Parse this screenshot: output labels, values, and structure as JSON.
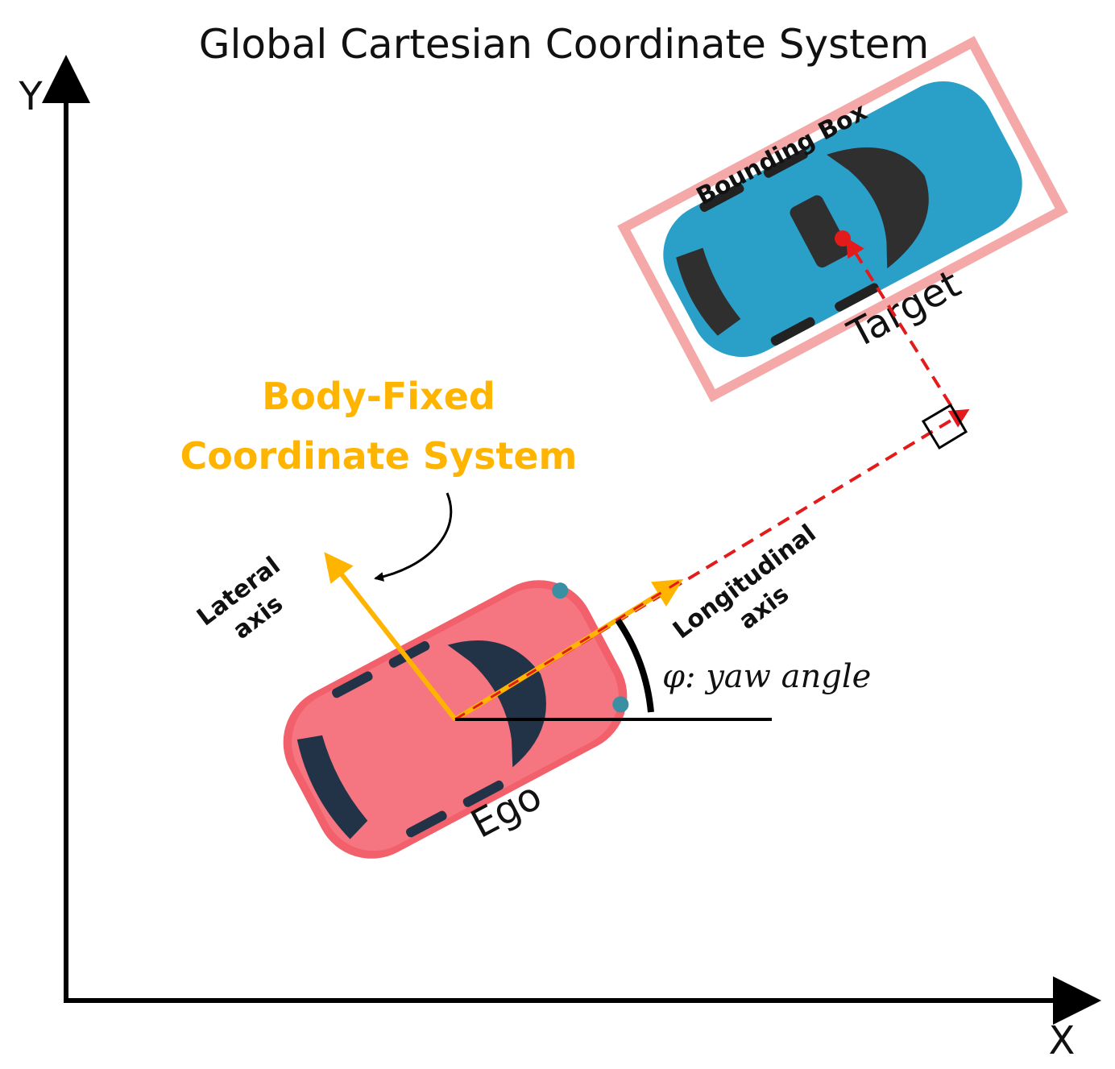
{
  "title": "Global Cartesian Coordinate System",
  "axes": {
    "x_label": "X",
    "y_label": "Y"
  },
  "body_fixed": {
    "line1": "Body-Fixed",
    "line2": "Coordinate System"
  },
  "lateral_axis": {
    "line1": "Lateral",
    "line2": "axis"
  },
  "longitudinal_axis": {
    "line1": "Longitudinal",
    "line2": "axis"
  },
  "yaw_angle": "φ: yaw angle",
  "ego_label": "Ego",
  "target_label": "Target",
  "bounding_box_label": "Bounding Box",
  "colors": {
    "axis": "#000000",
    "body_fixed": "#ffb400",
    "dashed": "#e31b1b",
    "ego_car": "#f2606b",
    "target_car": "#2aa0c8",
    "bounding_box": "#f4a8a8"
  }
}
